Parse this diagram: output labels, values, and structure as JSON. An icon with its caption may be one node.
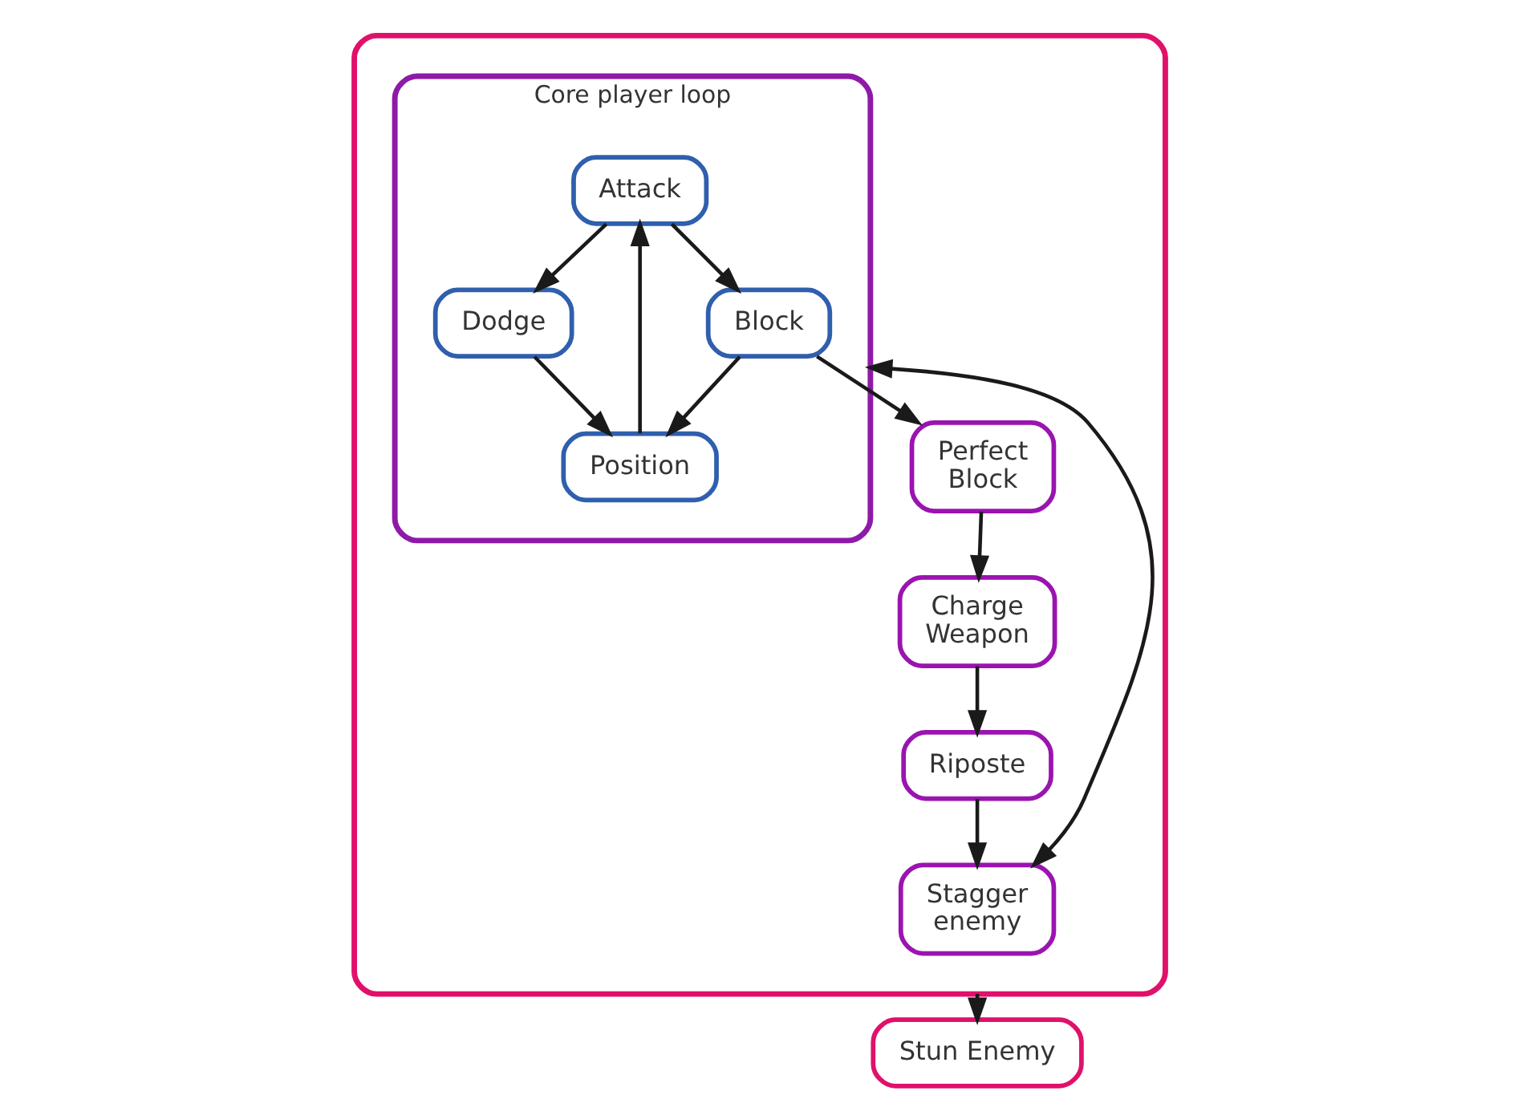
{
  "diagram": {
    "nodes": [
      {
        "text": [],
        "shape": "box"
      },
      {
        "text": [
          "Core player loop"
        ],
        "in": 0
      },
      {
        "text": [
          "Attack"
        ],
        "in": 1
      },
      {
        "text": [
          "Position"
        ],
        "in": 1
      },
      {
        "text": [
          "Block"
        ],
        "in": 1
      },
      {
        "text": [
          "Dodge"
        ],
        "in": 1
      },
      {
        "text": [
          "Perfect Block"
        ],
        "in": 0
      },
      {
        "text": [
          "Charge Weapon"
        ],
        "in": 0
      },
      {
        "text": [
          "Riposte"
        ],
        "in": 0
      },
      {
        "text": [
          "Stagger enemy"
        ],
        "in": 0
      },
      {
        "text": [
          "Stun Enemy"
        ]
      }
    ],
    "edges": [
      {
        "from": 3,
        "to": 2,
        "arrow": "to"
      },
      {
        "from": 2,
        "to": 4,
        "arrow": "to"
      },
      {
        "from": 2,
        "to": 5,
        "arrow": "to"
      },
      {
        "from": 4,
        "to": 3,
        "arrow": "to"
      },
      {
        "from": 5,
        "to": 3,
        "arrow": "to"
      },
      {
        "from": 4,
        "to": 6,
        "arrow": "to"
      },
      {
        "from": 6,
        "to": 7,
        "arrow": "to"
      },
      {
        "from": 7,
        "to": 8,
        "arrow": "to"
      },
      {
        "from": 8,
        "to": 9,
        "arrow": "to"
      },
      {
        "from": 1,
        "to": 9,
        "arrow": "both"
      },
      {
        "from": 0,
        "to": 10,
        "arrow": "to"
      }
    ]
  }
}
